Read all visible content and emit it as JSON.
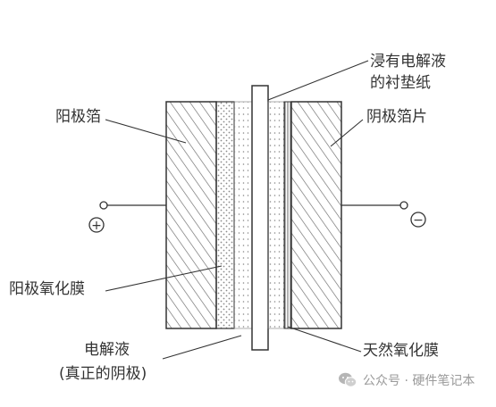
{
  "labels": {
    "anode_foil": "阳极箔",
    "anode_oxide": "阳极氧化膜",
    "electrolyte_line1": "电解液",
    "electrolyte_line2": "(真正的阴极)",
    "separator_line1": "浸有电解液",
    "separator_line2": "的衬垫纸",
    "cathode_foil": "阴极箔片",
    "natural_oxide": "天然氧化膜"
  },
  "terminals": {
    "positive": "+",
    "negative": "−"
  },
  "watermark": {
    "text": "公众号 · 硬件笔记本",
    "icon": "wechat-icon"
  },
  "colors": {
    "line": "#333333",
    "hatch": "#6a6a6a",
    "dots": "#8a8a8a",
    "label": "#333333",
    "watermark": "#9a9a9a"
  }
}
